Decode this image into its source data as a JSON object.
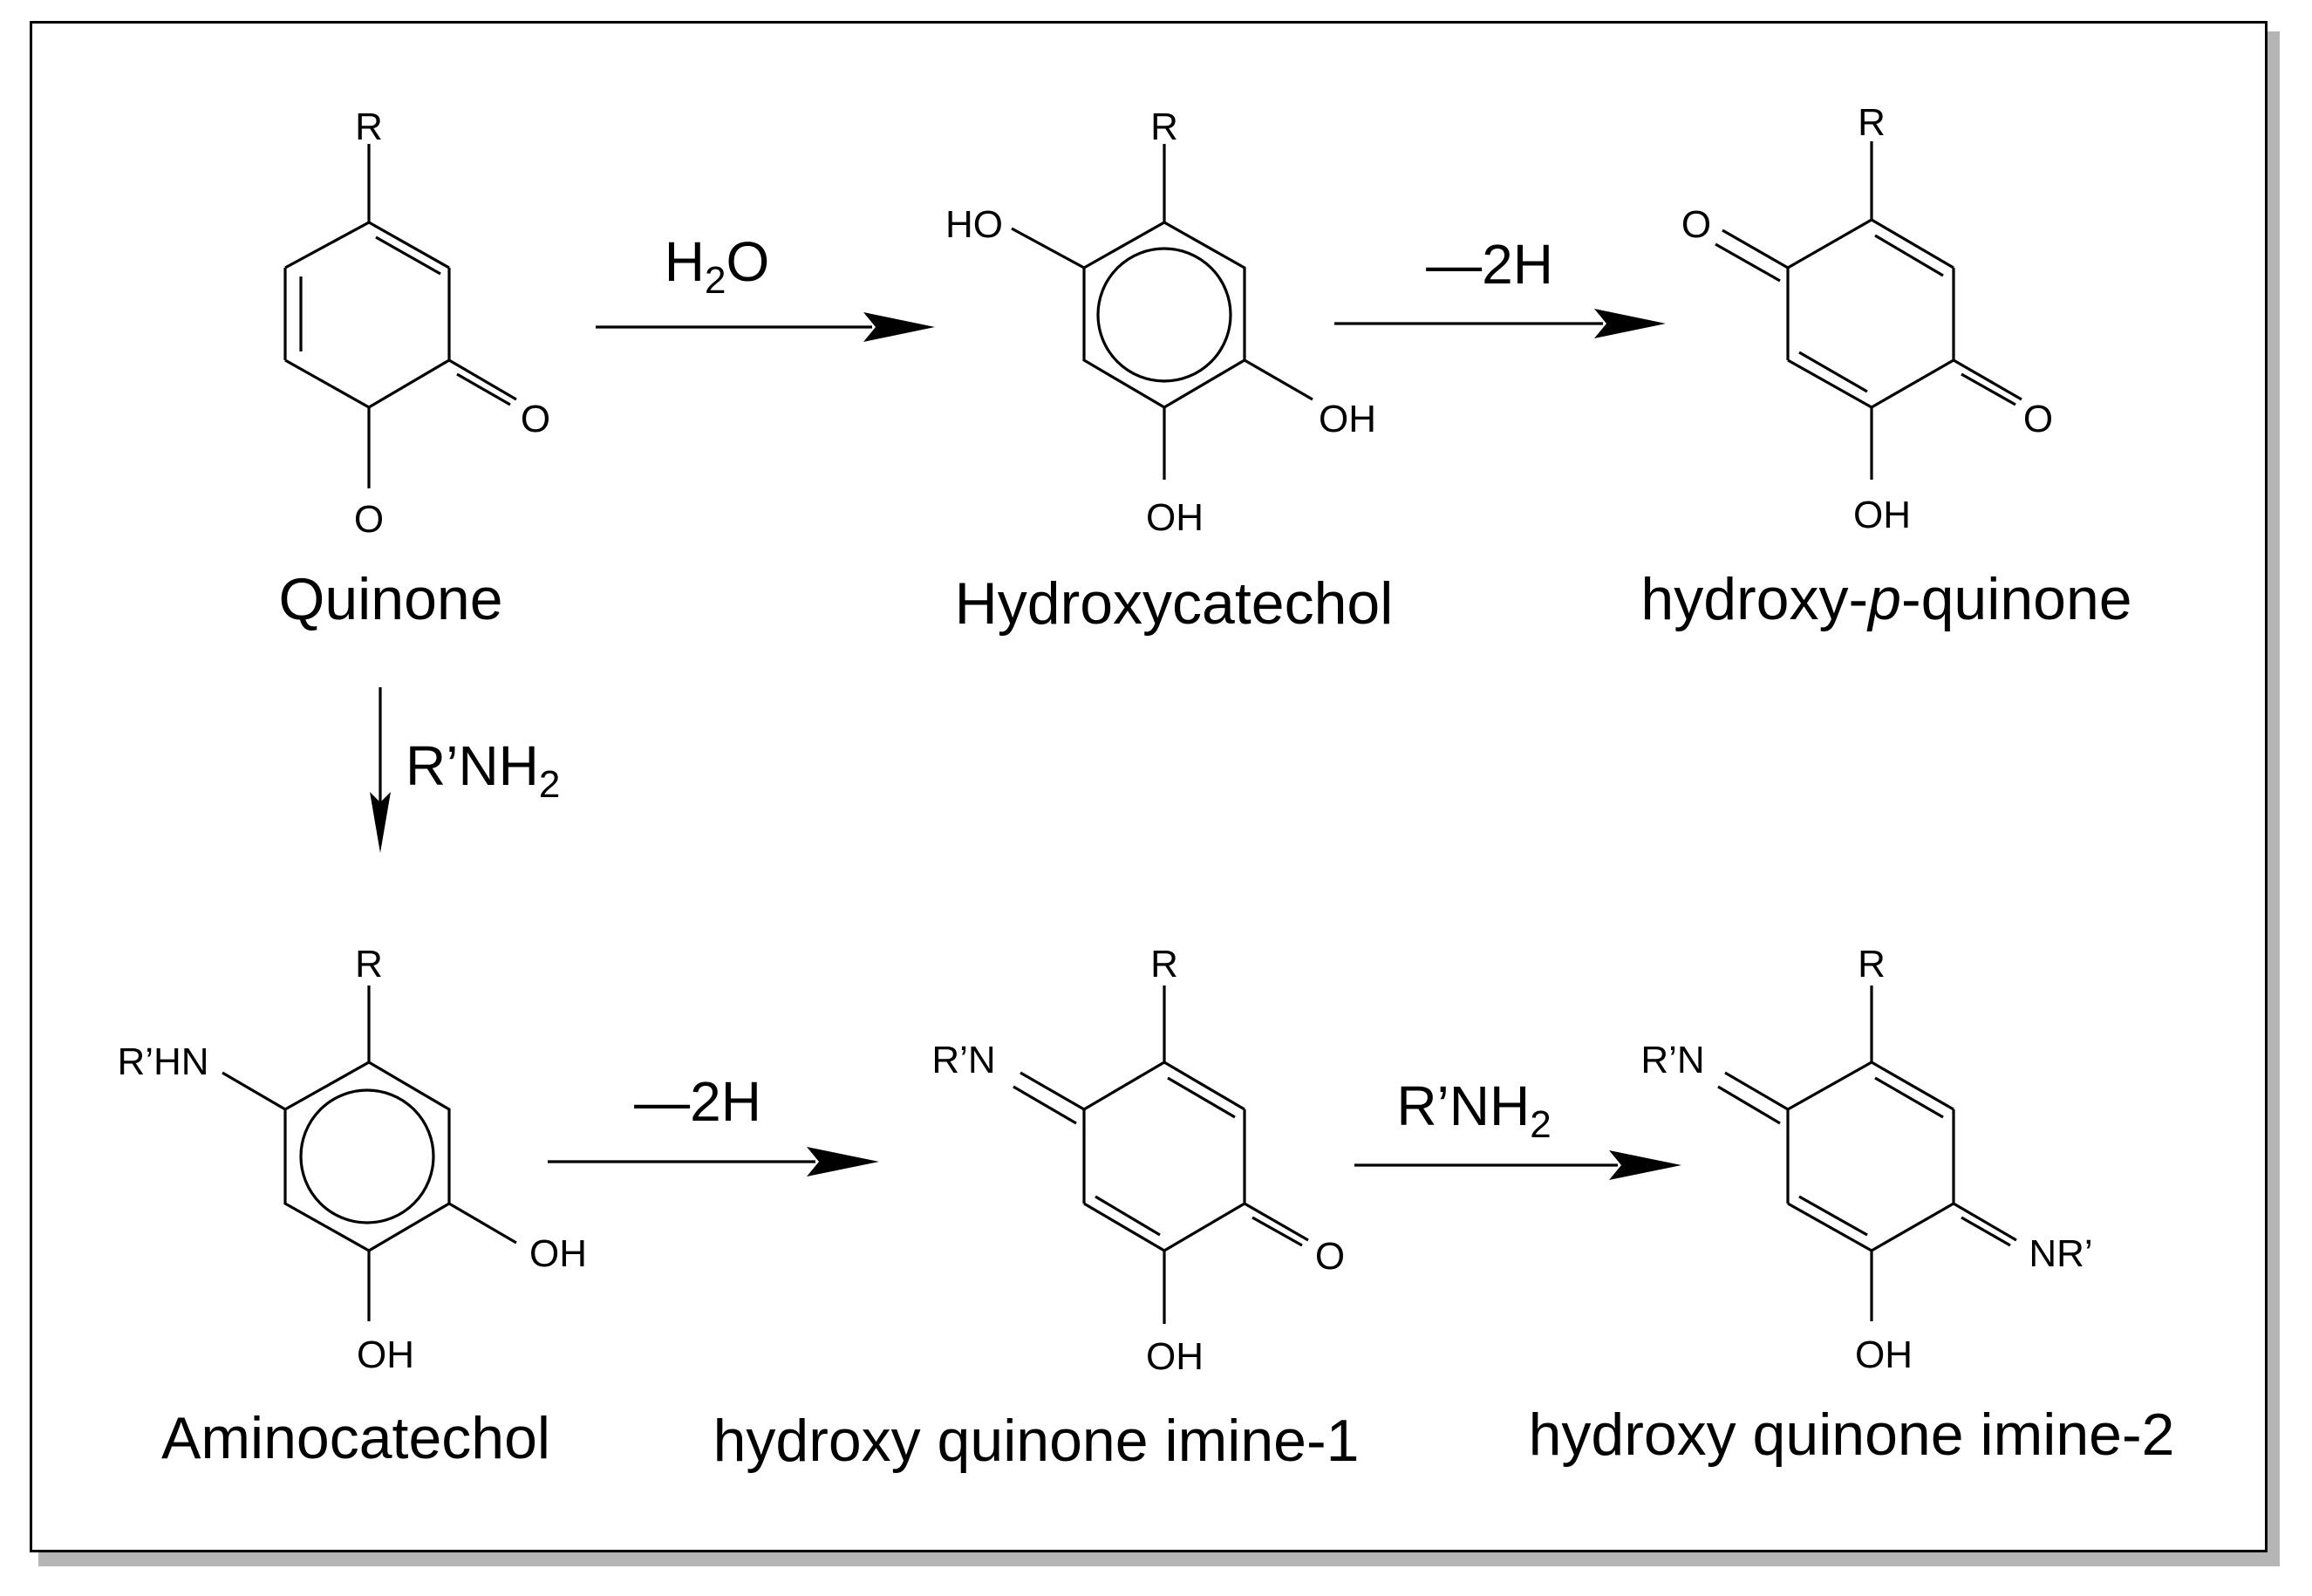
{
  "compounds": {
    "quinone": {
      "name": "Quinone",
      "atoms": {
        "r": "R",
        "o1": "O",
        "o2": "O"
      }
    },
    "hydroxycatechol": {
      "name": "Hydroxycatechol",
      "atoms": {
        "r": "R",
        "ho": "HO",
        "oh1": "OH",
        "oh2": "OH"
      }
    },
    "hydroxy_p_quinone": {
      "name_prefix": "hydroxy-",
      "name_italic": "p",
      "name_suffix": "-quinone",
      "atoms": {
        "r": "R",
        "o1": "O",
        "o2": "O",
        "oh": "OH"
      }
    },
    "aminocatechol": {
      "name": "Aminocatechol",
      "atoms": {
        "r": "R",
        "nh": "R’HN",
        "oh1": "OH",
        "oh2": "OH"
      }
    },
    "hydroxy_quinone_imine_1": {
      "name": "hydroxy quinone imine-1",
      "atoms": {
        "r": "R",
        "n": "R’N",
        "o": "O",
        "oh": "OH"
      }
    },
    "hydroxy_quinone_imine_2": {
      "name": "hydroxy quinone imine-2",
      "atoms": {
        "r": "R",
        "n1": "R’N",
        "n2": "NR’",
        "oh": "OH"
      }
    }
  },
  "reactions": {
    "hydration": {
      "reagent_main": "H",
      "reagent_sub": "2",
      "reagent_tail": "O"
    },
    "oxidation_top": {
      "reagent": "—2H"
    },
    "amination": {
      "reagent_main": "R’NH",
      "reagent_sub": "2"
    },
    "oxidation_bottom": {
      "reagent": "—2H"
    },
    "amination_second": {
      "reagent_main": "R’NH",
      "reagent_sub": "2"
    }
  }
}
